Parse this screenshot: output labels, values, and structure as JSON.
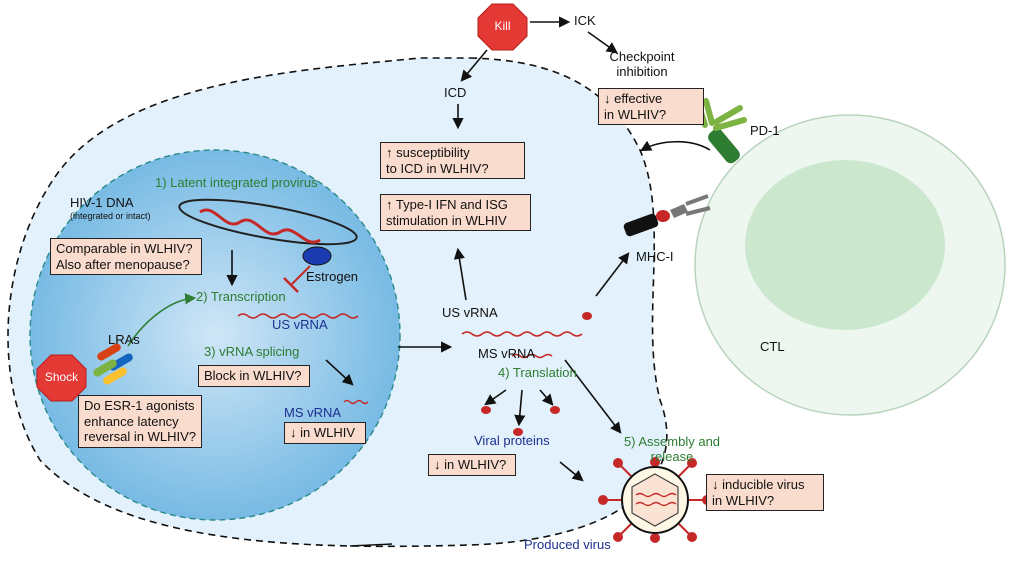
{
  "kill": "Kill",
  "shock": "Shock",
  "ick": "ICK",
  "icd": "ICD",
  "checkpoint_inhibition": [
    "Checkpoint",
    "inhibition"
  ],
  "pd1": "PD-1",
  "mhc_i": "MHC-I",
  "ctl": "CTL",
  "estrogen": "Estrogen",
  "lras": "LRAs",
  "hiv_dna": {
    "title": "HIV-1 DNA",
    "subtitle": "(integrated or intact)"
  },
  "us_vrna": "US vRNA",
  "ms_vrna": "MS vRNA",
  "viral_proteins": "Viral proteins",
  "produced_virus": "Produced virus",
  "steps": {
    "latent_provirus": "1) Latent integrated provirus",
    "transcription": "2) Transcription",
    "splicing": "3) vRNA splicing",
    "translation": "4) Translation",
    "assembly": [
      "5) Assembly and",
      "release"
    ]
  },
  "boxes": {
    "checkpoint": [
      "↓ effective",
      "in WLHIV?"
    ],
    "icd": [
      "↑ susceptibility",
      "to ICD in WLHIV?"
    ],
    "ifn": [
      "↑ Type-I IFN and ISG",
      "stimulation in WLHIV"
    ],
    "hiv_dna": [
      "Comparable in WLHIV?",
      "Also after menopause?"
    ],
    "splicing": "Block in WLHIV?",
    "esr1": [
      "Do ESR-1 agonists",
      "enhance latency",
      "reversal in WLHIV?"
    ],
    "ms_vrna": "↓ in WLHIV",
    "viral_proteins": "↓ in WLHIV?",
    "inducible_virus": [
      "↓ inducible virus",
      "in WLHIV?"
    ]
  },
  "colors": {
    "step_label": "#2e7d32",
    "rna_label": "#1d2f8f",
    "question_box": "#f9dccd",
    "stop_sign": "#e53935",
    "rna": "#c62828",
    "cell_fill": "#e2f1fb",
    "nucleus_fill": "#6fb6e2",
    "ctl_fill": "#eef7ef"
  },
  "icons": [
    "kill-stop-sign-icon",
    "shock-stop-sign-icon",
    "provirus-dna-icon",
    "estrogen-icon",
    "lra-pills-icon",
    "mhc-i-icon",
    "pd-1-antibody-icon",
    "produced-virus-icon",
    "viral-protein-dots-icon"
  ]
}
